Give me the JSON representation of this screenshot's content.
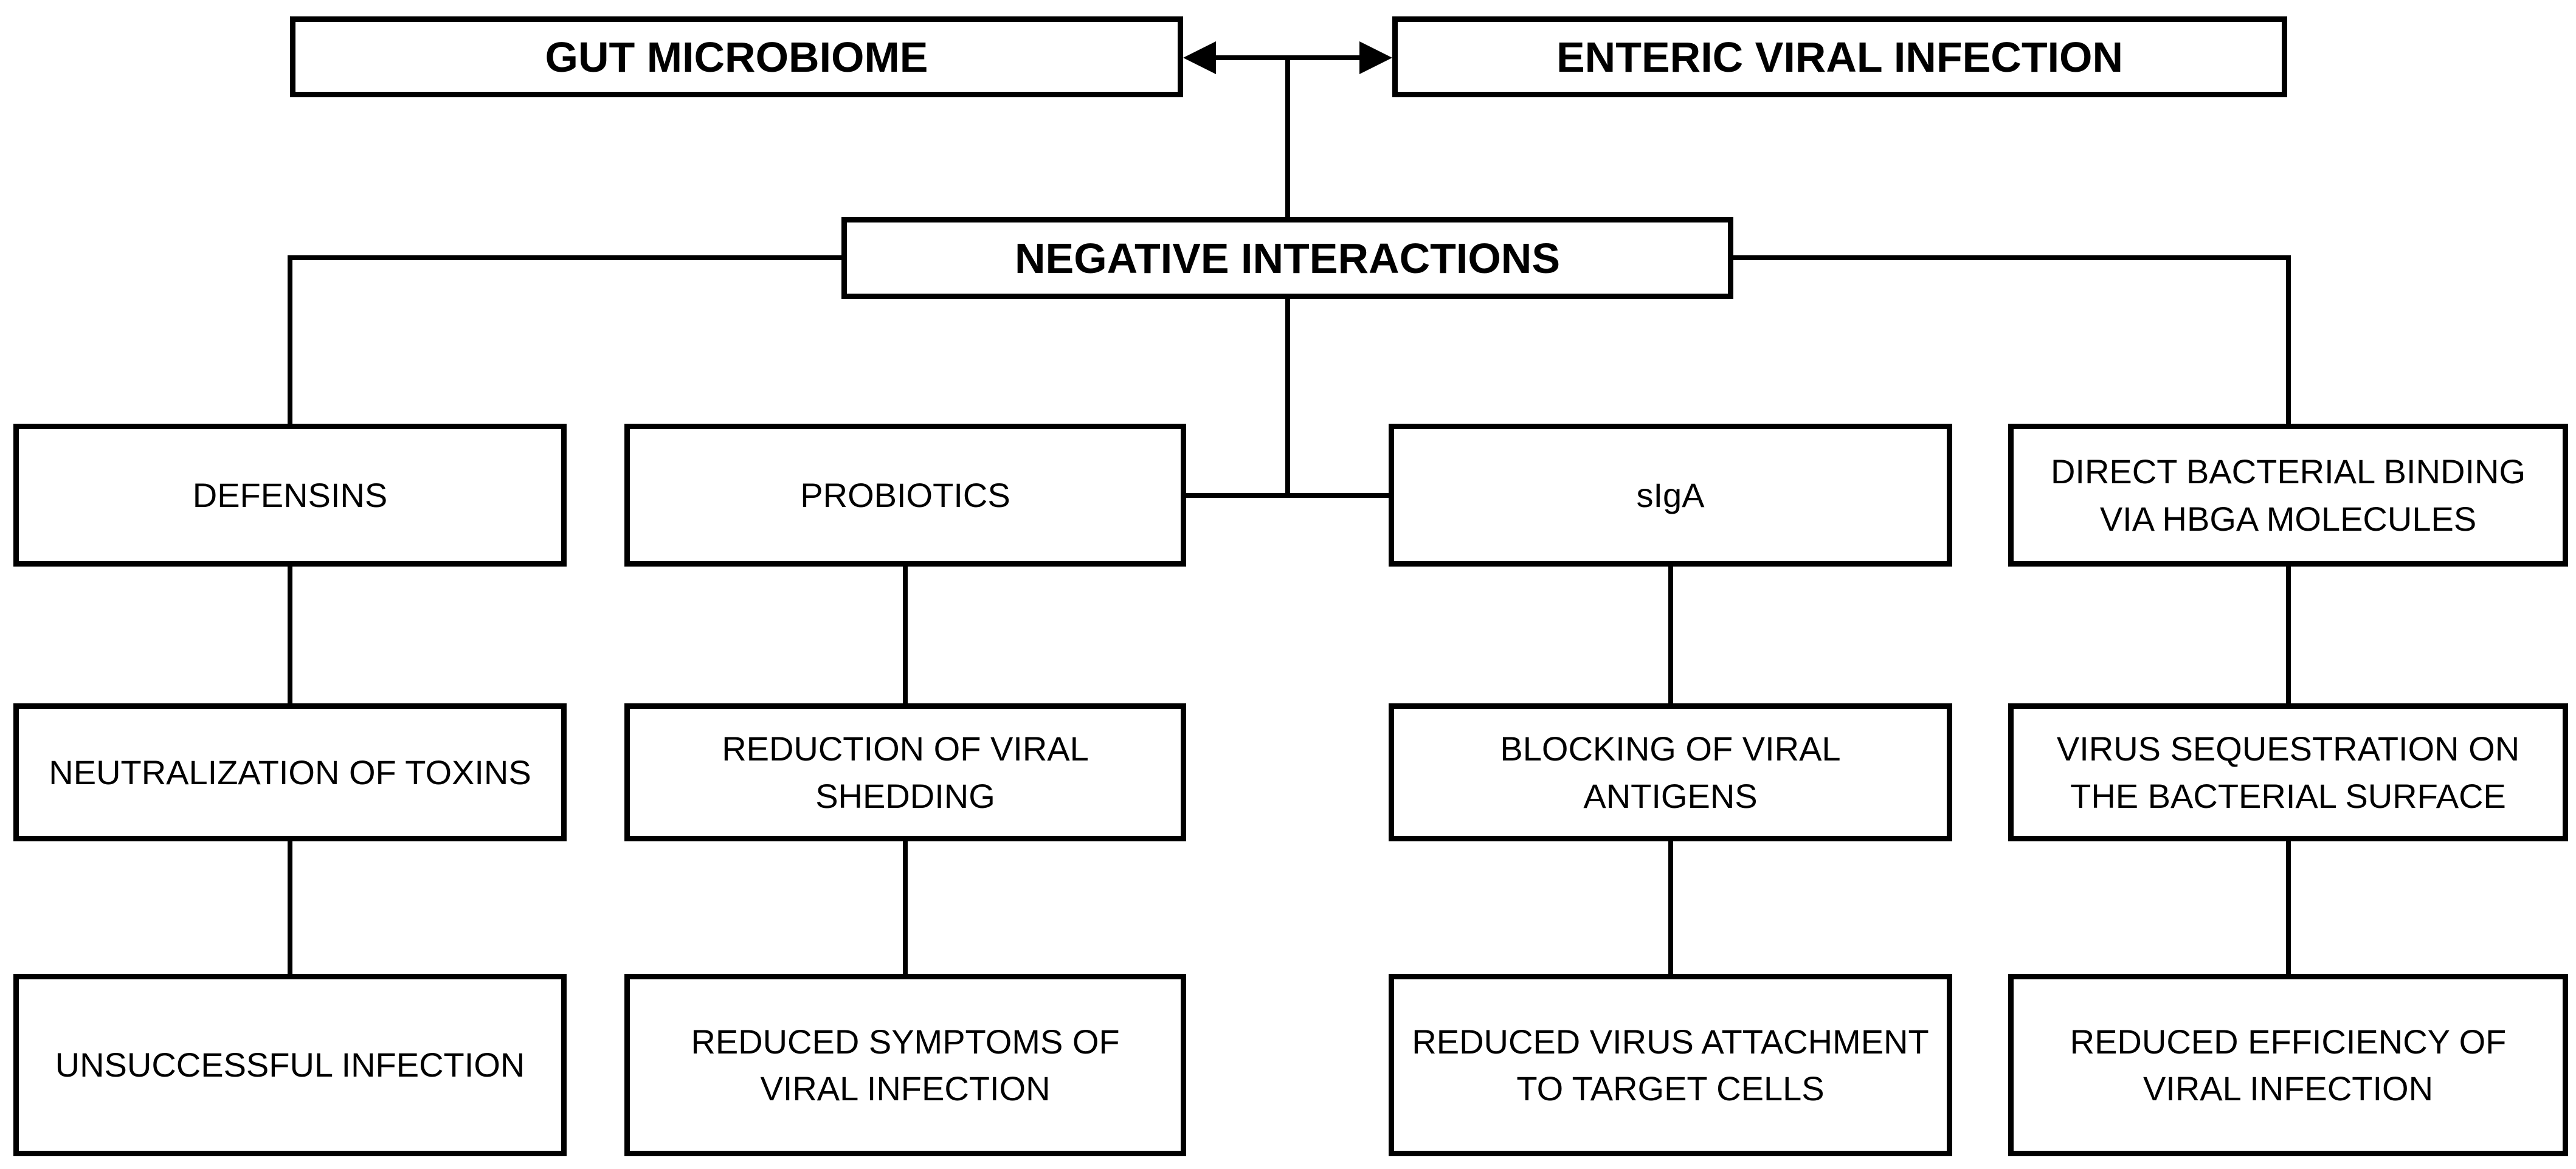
{
  "diagram": {
    "title_boxes": {
      "top_left": "GUT MICROBIOME",
      "top_right": "ENTERIC VIRAL INFECTION",
      "center": "NEGATIVE INTERACTIONS"
    },
    "relationship": "bidirectional-arrow between GUT MICROBIOME and ENTERIC VIRAL INFECTION",
    "columns": [
      {
        "mechanism": "DEFENSINS",
        "effect": "NEUTRALIZATION OF TOXINS",
        "outcome": "UNSUCCESSFUL INFECTION"
      },
      {
        "mechanism": "PROBIOTICS",
        "effect": "REDUCTION OF VIRAL SHEDDING",
        "outcome": "REDUCED SYMPTOMS OF VIRAL INFECTION"
      },
      {
        "mechanism": "sIgA",
        "effect": "BLOCKING OF VIRAL ANTIGENS",
        "outcome": "REDUCED VIRUS ATTACHMENT TO TARGET CELLS"
      },
      {
        "mechanism": "DIRECT BACTERIAL BINDING VIA HBGA MOLECULES",
        "effect": "VIRUS SEQUESTRATION ON THE BACTERIAL SURFACE",
        "outcome": "REDUCED EFFICIENCY OF VIRAL INFECTION"
      }
    ],
    "colors": {
      "line": "#000000",
      "box_fill": "#ffffff",
      "background": "#ffffff",
      "text": "#000000"
    }
  }
}
